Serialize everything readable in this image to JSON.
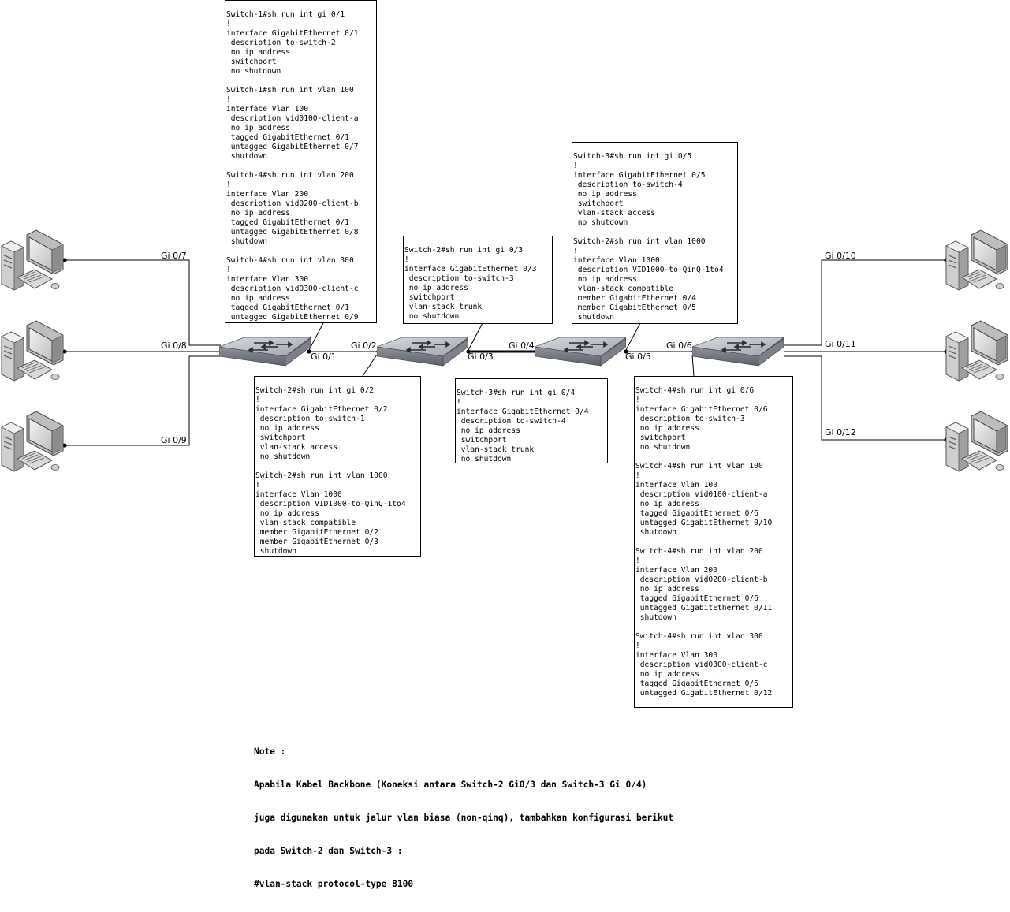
{
  "ports": {
    "sw1_gi07": "Gi 0/7",
    "sw1_gi08": "Gi 0/8",
    "sw1_gi09": "Gi 0/9",
    "sw1_gi01": "Gi 0/1",
    "sw2_gi02": "Gi 0/2",
    "sw2_gi03": "Gi 0/3",
    "sw3_gi04": "Gi 0/4",
    "sw3_gi05": "Gi 0/5",
    "sw4_gi06": "Gi 0/6",
    "sw4_gi010": "Gi 0/10",
    "sw4_gi011": "Gi 0/11",
    "sw4_gi012": "Gi 0/12"
  },
  "configs": {
    "switch1": [
      "Switch-1#sh run int gi 0/1",
      "!",
      "interface GigabitEthernet 0/1",
      " description to-switch-2",
      " no ip address",
      " switchport",
      " no shutdown",
      "",
      "Switch-1#sh run int vlan 100",
      "!",
      "interface Vlan 100",
      " description vid0100-client-a",
      " no ip address",
      " tagged GigabitEthernet 0/1",
      " untagged GigabitEthernet 0/7",
      " shutdown",
      "",
      "Switch-4#sh run int vlan 200",
      "!",
      "interface Vlan 200",
      " description vid0200-client-b",
      " no ip address",
      " tagged GigabitEthernet 0/1",
      " untagged GigabitEthernet 0/8",
      " shutdown",
      "",
      "Switch-4#sh run int vlan 300",
      "!",
      "interface Vlan 300",
      " description vid0300-client-c",
      " no ip address",
      " tagged GigabitEthernet 0/1",
      " untagged GigabitEthernet 0/9"
    ],
    "switch2_gi03": [
      "Switch-2#sh run int gi 0/3",
      "!",
      "interface GigabitEthernet 0/3",
      " description to-switch-3",
      " no ip address",
      " switchport",
      " vlan-stack trunk",
      " no shutdown"
    ],
    "switch3": [
      "Switch-3#sh run int gi 0/5",
      "!",
      "interface GigabitEthernet 0/5",
      " description to-switch-4",
      " no ip address",
      " switchport",
      " vlan-stack access",
      " no shutdown",
      "",
      "Switch-2#sh run int vlan 1000",
      "!",
      "interface Vlan 1000",
      " description VID1000-to-QinQ-1to4",
      " no ip address",
      " vlan-stack compatible",
      " member GigabitEthernet 0/4",
      " member GigabitEthernet 0/5",
      " shutdown"
    ],
    "switch2_gi02": [
      "Switch-2#sh run int gi 0/2",
      "!",
      "interface GigabitEthernet 0/2",
      " description to-switch-1",
      " no ip address",
      " switchport",
      " vlan-stack access",
      " no shutdown",
      "",
      "Switch-2#sh run int vlan 1000",
      "!",
      "interface Vlan 1000",
      " description VID1000-to-QinQ-1to4",
      " no ip address",
      " vlan-stack compatible",
      " member GigabitEthernet 0/2",
      " member GigabitEthernet 0/3",
      " shutdown"
    ],
    "switch3_gi04": [
      "Switch-3#sh run int gi 0/4",
      "!",
      "interface GigabitEthernet 0/4",
      " description to-switch-4",
      " no ip address",
      " switchport",
      " vlan-stack trunk",
      " no shutdown"
    ],
    "switch4": [
      "Switch-4#sh run int gi 0/6",
      "!",
      "interface GigabitEthernet 0/6",
      " description to-switch-3",
      " no ip address",
      " switchport",
      " no shutdown",
      "",
      "Switch-4#sh run int vlan 100",
      "!",
      "interface Vlan 100",
      " description vid0100-client-a",
      " no ip address",
      " tagged GigabitEthernet 0/6",
      " untagged GigabitEthernet 0/10",
      " shutdown",
      "",
      "Switch-4#sh run int vlan 200",
      "!",
      "interface Vlan 200",
      " description vid0200-client-b",
      " no ip address",
      " tagged GigabitEthernet 0/6",
      " untagged GigabitEthernet 0/11",
      " shutdown",
      "",
      "Switch-4#sh run int vlan 300",
      "!",
      "interface Vlan 300",
      " description vid0300-client-c",
      " no ip address",
      " tagged GigabitEthernet 0/6",
      " untagged GigabitEthernet 0/12"
    ]
  },
  "note": [
    "Note :",
    "Apabila Kabel Backbone (Koneksi antara Switch-2 Gi0/3 dan Switch-3 Gi 0/4)",
    "juga digunakan untuk jalur vlan biasa (non-qinq), tambahkan konfigurasi berikut",
    "pada Switch-2 dan Switch-3 :",
    "#vlan-stack protocol-type 8100"
  ],
  "icons": {
    "switch": "network-switch-icon",
    "client": "desktop-computer-icon"
  }
}
